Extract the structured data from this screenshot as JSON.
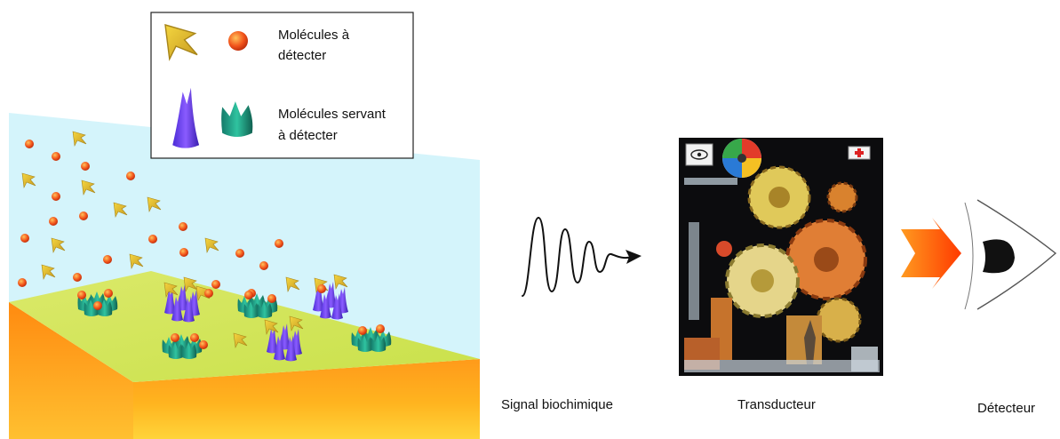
{
  "legend": {
    "target_molecules_line1": "Molécules à",
    "target_molecules_line2": "détecter",
    "probe_molecules_line1": "Molécules servant",
    "probe_molecules_line2": "à détecter"
  },
  "captions": {
    "signal": "Signal biochimique",
    "transducer": "Transducteur",
    "detector": "Détecteur"
  },
  "colors": {
    "medium": "#d4f4fb",
    "surface_top": "#d7e85a",
    "substrate_front": "#ffa21a",
    "target_sphere": "#f2541b",
    "target_arrowhead": "#e6c93c",
    "probe_cone": "#6a3ff2",
    "probe_crown": "#1f9e86",
    "detector_arrow": "#ff6a10"
  },
  "icons": {
    "transducer_image": "machine-gears-illustration",
    "detector_image": "eye-icon",
    "signal_image": "damped-wave-arrow"
  }
}
